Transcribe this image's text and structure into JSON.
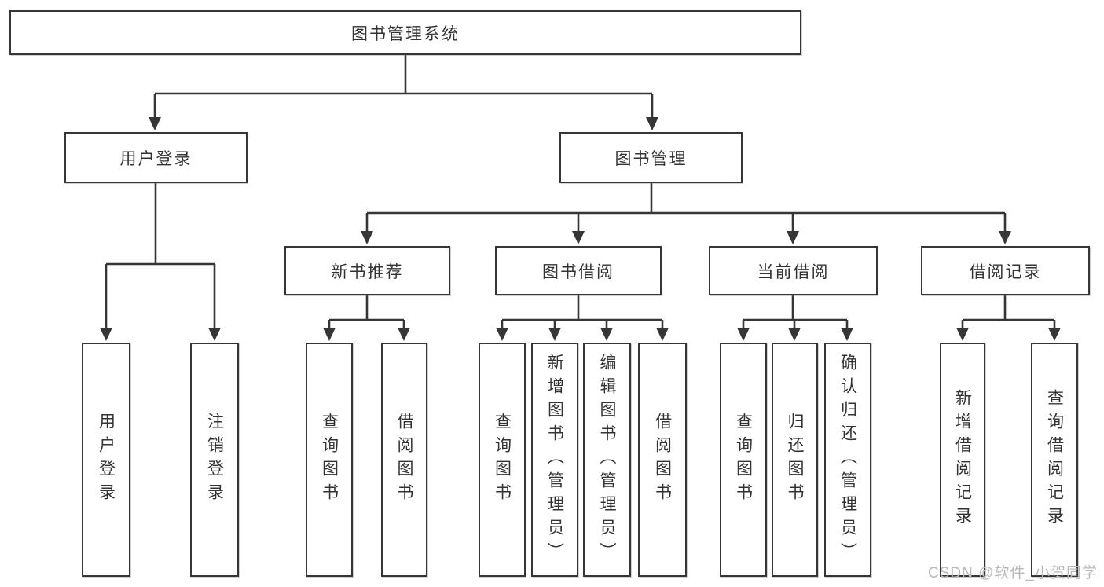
{
  "tree": {
    "root": {
      "label": "图书管理系统",
      "children": [
        {
          "label": "用户登录",
          "children": [
            {
              "label": "用户登录"
            },
            {
              "label": "注销登录"
            }
          ]
        },
        {
          "label": "图书管理",
          "children": [
            {
              "label": "新书推荐",
              "children": [
                {
                  "label": "查询图书"
                },
                {
                  "label": "借阅图书"
                }
              ]
            },
            {
              "label": "图书借阅",
              "children": [
                {
                  "label": "查询图书"
                },
                {
                  "label": "新增图书（管理员）"
                },
                {
                  "label": "编辑图书（管理员）"
                },
                {
                  "label": "借阅图书"
                }
              ]
            },
            {
              "label": "当前借阅",
              "children": [
                {
                  "label": "查询图书"
                },
                {
                  "label": "归还图书"
                },
                {
                  "label": "确认归还（管理员）"
                }
              ]
            },
            {
              "label": "借阅记录",
              "children": [
                {
                  "label": "新增借阅记录"
                },
                {
                  "label": "查询借阅记录"
                }
              ]
            }
          ]
        }
      ]
    }
  },
  "watermark": "CSDN @软件_小贺同学",
  "colors": {
    "line": "#363636",
    "box_border": "#363636",
    "box_fill": "#ffffff",
    "text": "#333333",
    "watermark": "#b9b9b9",
    "background": "#ffffff"
  }
}
